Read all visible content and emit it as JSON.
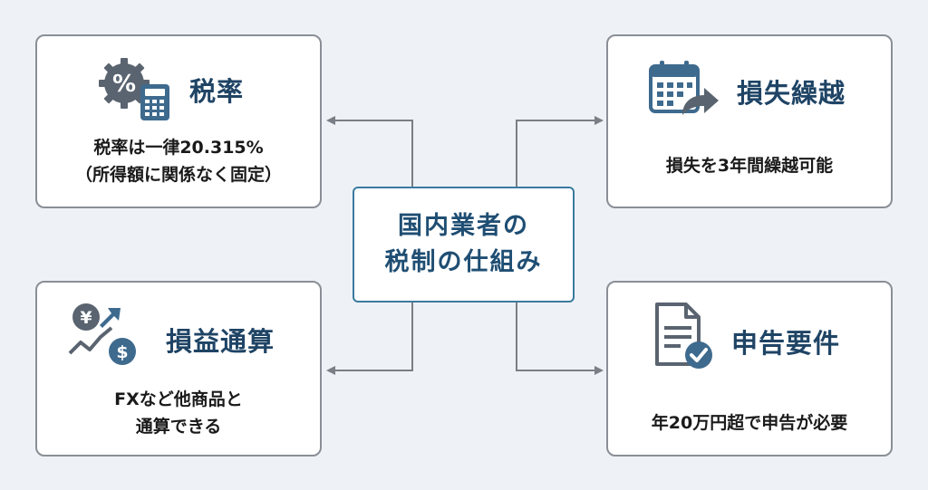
{
  "center": {
    "line1": "国内業者の",
    "line2": "税制の仕組み"
  },
  "cards": {
    "tax_rate": {
      "title": "税率",
      "line1": "税率は一律20.315%",
      "line2": "（所得額に関係なく固定）",
      "icon": "percent-gear-calculator-icon"
    },
    "loss_carryover": {
      "title": "損失繰越",
      "line1": "損失を3年間繰越可能",
      "icon": "calendar-forward-icon"
    },
    "loss_offset": {
      "title": "損益通算",
      "line1": "FXなど他商品と",
      "line2": "通算できる",
      "icon": "yen-dollar-exchange-icon"
    },
    "filing": {
      "title": "申告要件",
      "line1": "年20万円超で申告が必要",
      "icon": "document-check-icon"
    }
  },
  "colors": {
    "background": "#eef2f6",
    "title": "#1f4465",
    "accent": "#3a7aa0",
    "icon": "#4a5a6c",
    "connector": "#7a7f86"
  }
}
